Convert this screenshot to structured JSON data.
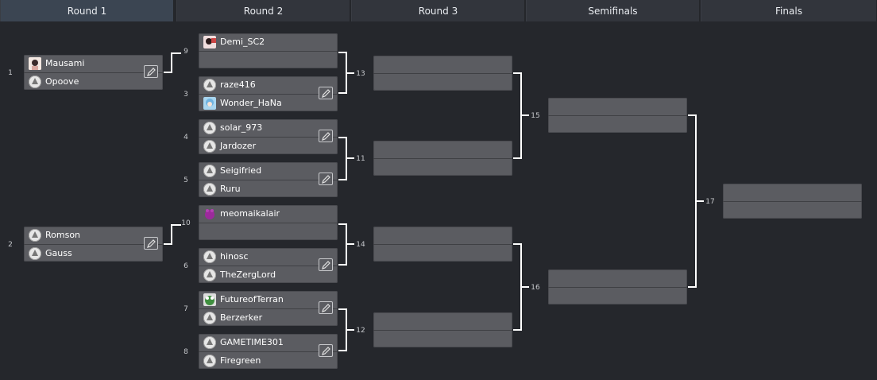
{
  "rounds": [
    "Round 1",
    "Round 2",
    "Round 3",
    "Semifinals",
    "Finals"
  ],
  "matches": {
    "m1": {
      "number": "1",
      "p1": {
        "name": "Mausami",
        "avatar": "photo"
      },
      "p2": {
        "name": "Opoove",
        "avatar": "race-icon"
      }
    },
    "m2": {
      "number": "2",
      "p1": {
        "name": "Romson",
        "avatar": "race-icon"
      },
      "p2": {
        "name": "Gauss",
        "avatar": "race-icon"
      }
    },
    "m9": {
      "number": "9",
      "p1": {
        "name": "Demi_SC2",
        "avatar": "photo"
      },
      "p2": {
        "name": ""
      }
    },
    "m3": {
      "number": "3",
      "p1": {
        "name": "raze416",
        "avatar": "race-icon"
      },
      "p2": {
        "name": "Wonder_HaNa",
        "avatar": "anime"
      }
    },
    "m4": {
      "number": "4",
      "p1": {
        "name": "solar_973",
        "avatar": "race-icon"
      },
      "p2": {
        "name": "Jardozer",
        "avatar": "race-icon"
      }
    },
    "m5": {
      "number": "5",
      "p1": {
        "name": "Seigifried",
        "avatar": "race-icon"
      },
      "p2": {
        "name": "Ruru",
        "avatar": "race-icon"
      }
    },
    "m10": {
      "number": "10",
      "p1": {
        "name": "meomaikalair",
        "avatar": "purple-creature"
      },
      "p2": {
        "name": ""
      }
    },
    "m6": {
      "number": "6",
      "p1": {
        "name": "hinosc",
        "avatar": "race-icon"
      },
      "p2": {
        "name": "TheZergLord",
        "avatar": "race-icon"
      }
    },
    "m7": {
      "number": "7",
      "p1": {
        "name": "FutureofTerran",
        "avatar": "frog"
      },
      "p2": {
        "name": "Berzerker",
        "avatar": "race-icon"
      }
    },
    "m8": {
      "number": "8",
      "p1": {
        "name": "GAMETIME301",
        "avatar": "race-icon"
      },
      "p2": {
        "name": "Firegreen",
        "avatar": "race-icon"
      }
    },
    "m13": {
      "number": "13"
    },
    "m11": {
      "number": "11"
    },
    "m14": {
      "number": "14"
    },
    "m12": {
      "number": "12"
    },
    "m15": {
      "number": "15"
    },
    "m16": {
      "number": "16"
    },
    "m17": {
      "number": "17"
    }
  },
  "colors": {
    "background": "#25272c",
    "match_box": "#5b5c61",
    "header": "#32353c",
    "header_active": "#3b4552",
    "connector": "#ffffff"
  }
}
